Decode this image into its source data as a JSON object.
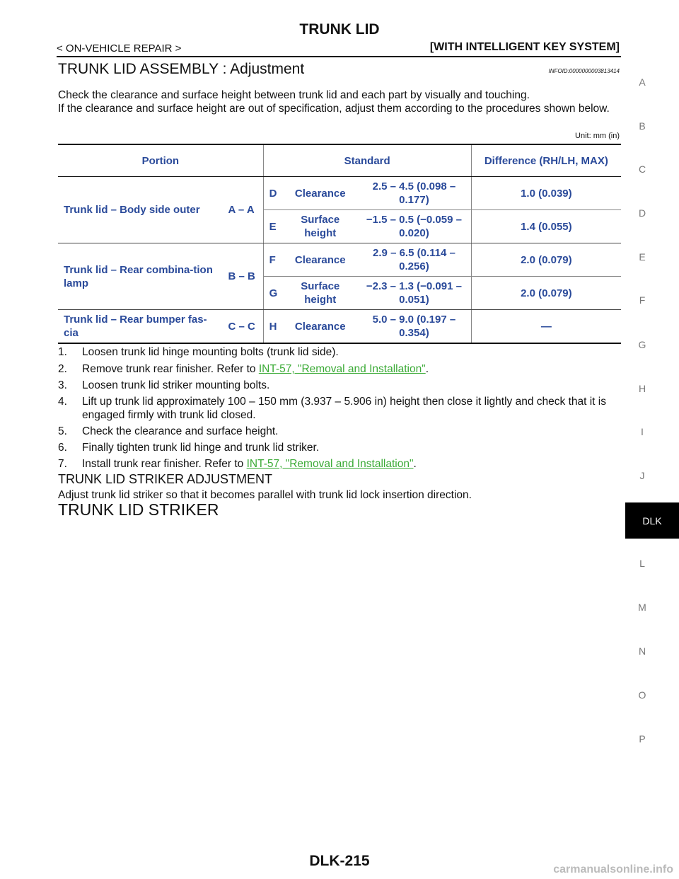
{
  "header": {
    "title": "TRUNK LID",
    "breadcrumb_left": "< ON-VEHICLE REPAIR >",
    "breadcrumb_right": "[WITH INTELLIGENT KEY SYSTEM]"
  },
  "section": {
    "title": "TRUNK LID ASSEMBLY : Adjustment",
    "infoid": "INFOID:0000000003813414",
    "intro_1": "Check the clearance and surface height between trunk lid and each part by visually and touching.",
    "intro_2": "If the clearance and surface height are out of specification, adjust them according to the procedures shown below.",
    "unit": "Unit: mm (in)"
  },
  "table": {
    "header": {
      "portion": "Portion",
      "standard": "Standard",
      "difference": "Difference (RH/LH, MAX)"
    },
    "rows": [
      {
        "portion": "Trunk lid – Body side outer",
        "section": "A – A",
        "letter": "D",
        "item": "Clearance",
        "standard": "2.5 – 4.5 (0.098 – 0.177)",
        "difference": "1.0 (0.039)"
      },
      {
        "letter": "E",
        "item": "Surface height",
        "standard": "−1.5 – 0.5 (−0.059 – 0.020)",
        "difference": "1.4 (0.055)"
      },
      {
        "portion": "Trunk lid – Rear combina-tion lamp",
        "section": "B – B",
        "letter": "F",
        "item": "Clearance",
        "standard": "2.9 – 6.5 (0.114 – 0.256)",
        "difference": "2.0 (0.079)"
      },
      {
        "letter": "G",
        "item": "Surface height",
        "standard": "−2.3 – 1.3 (−0.091 – 0.051)",
        "difference": "2.0 (0.079)"
      },
      {
        "portion": "Trunk lid – Rear bumper fas-cia",
        "section": "C – C",
        "letter": "H",
        "item": "Clearance",
        "standard": "5.0 – 9.0 (0.197 – 0.354)",
        "difference": "—"
      }
    ]
  },
  "steps": [
    {
      "num": "1.",
      "text": "Loosen trunk lid hinge mounting bolts (trunk lid side)."
    },
    {
      "num": "2.",
      "text": "Remove trunk rear finisher. Refer to ",
      "link": "INT-57, \"Removal and Installation\"",
      "after": "."
    },
    {
      "num": "3.",
      "text": "Loosen trunk lid striker mounting bolts."
    },
    {
      "num": "4.",
      "text": "Lift up trunk lid approximately 100 – 150 mm (3.937 – 5.906 in) height then close it lightly and check that it is engaged firmly with trunk lid closed."
    },
    {
      "num": "5.",
      "text": "Check the clearance and surface height."
    },
    {
      "num": "6.",
      "text": "Finally tighten trunk lid hinge and trunk lid striker."
    },
    {
      "num": "7.",
      "text": "Install trunk rear finisher. Refer to ",
      "link": "INT-57, \"Removal and Installation\"",
      "after": "."
    }
  ],
  "striker_adjustment": {
    "title": "TRUNK LID STRIKER ADJUSTMENT",
    "text": "Adjust trunk lid striker so that it becomes parallel with trunk lid lock insertion direction."
  },
  "next_section_title": "TRUNK LID STRIKER",
  "side_index": {
    "letters": [
      "A",
      "B",
      "C",
      "D",
      "E",
      "F",
      "G",
      "H",
      "I",
      "J",
      "L",
      "M",
      "N",
      "O",
      "P"
    ],
    "active": "DLK"
  },
  "footer": {
    "page_number": "DLK-215",
    "watermark": "carmanualsonline.info"
  }
}
